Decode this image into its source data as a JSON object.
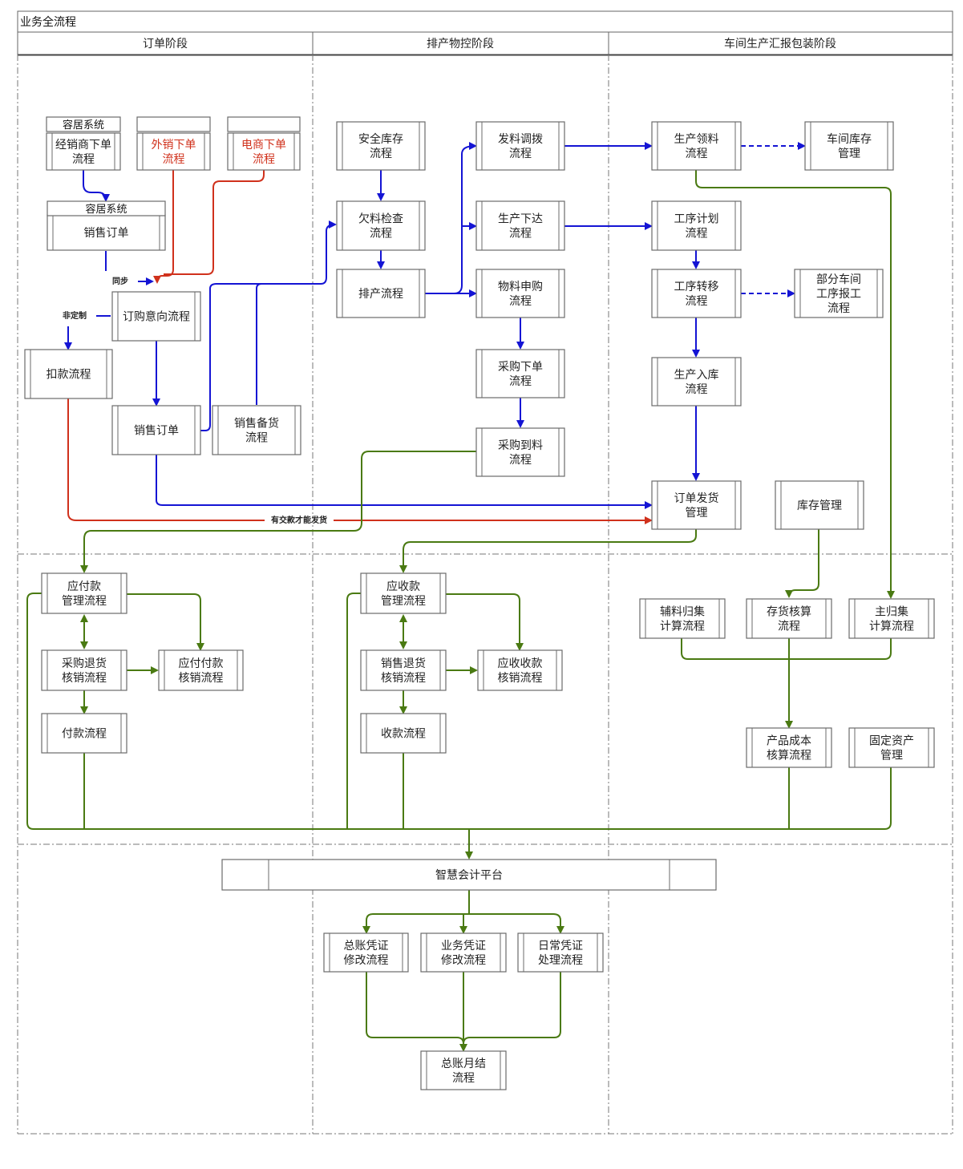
{
  "title": "业务全流程",
  "lanes": [
    "订单阶段",
    "排产物控阶段",
    "车间生产汇报包装阶段"
  ],
  "system_tags": {
    "rongju": "容居系统"
  },
  "nodes": {
    "dealer_order": [
      "经销商下单",
      "流程"
    ],
    "export_order": [
      "外销下单",
      "流程"
    ],
    "ecom_order": [
      "电商下单",
      "流程"
    ],
    "sales_order_sys": [
      "销售订单"
    ],
    "order_intent": [
      "订购意向流程"
    ],
    "deduct": [
      "扣款流程"
    ],
    "sales_order": [
      "销售订单"
    ],
    "sales_stock": [
      "销售备货",
      "流程"
    ],
    "safety_stock": [
      "安全库存",
      "流程"
    ],
    "shortage_check": [
      "欠料检查",
      "流程"
    ],
    "scheduling": [
      "排产流程"
    ],
    "material_transfer": [
      "发料调拨",
      "流程"
    ],
    "production_release": [
      "生产下达",
      "流程"
    ],
    "material_request": [
      "物料申购",
      "流程"
    ],
    "purchase_order": [
      "采购下单",
      "流程"
    ],
    "purchase_arrival": [
      "采购到料",
      "流程"
    ],
    "production_pick": [
      "生产领料",
      "流程"
    ],
    "workshop_stock": [
      "车间库存",
      "管理"
    ],
    "process_plan": [
      "工序计划",
      "流程"
    ],
    "process_transfer": [
      "工序转移",
      "流程"
    ],
    "partial_report": [
      "部分车间",
      "工序报工",
      "流程"
    ],
    "production_inbound": [
      "生产入库",
      "流程"
    ],
    "order_delivery": [
      "订单发货",
      "管理"
    ],
    "inventory_mgmt": [
      "库存管理"
    ],
    "ap_mgmt": [
      "应付款",
      "管理流程"
    ],
    "purchase_return": [
      "采购退货",
      "核销流程"
    ],
    "ap_writeoff": [
      "应付付款",
      "核销流程"
    ],
    "payment": [
      "付款流程"
    ],
    "ar_mgmt": [
      "应收款",
      "管理流程"
    ],
    "sales_return": [
      "销售退货",
      "核销流程"
    ],
    "ar_writeoff": [
      "应收收款",
      "核销流程"
    ],
    "collection": [
      "收款流程"
    ],
    "aux_cost": [
      "辅料归集",
      "计算流程"
    ],
    "inventory_cost": [
      "存货核算",
      "流程"
    ],
    "main_cost": [
      "主归集",
      "计算流程"
    ],
    "product_cost": [
      "产品成本",
      "核算流程"
    ],
    "fixed_assets": [
      "固定资产",
      "管理"
    ],
    "smart_accounting": [
      "智慧会计平台"
    ],
    "gl_voucher_edit": [
      "总账凭证",
      "修改流程"
    ],
    "biz_voucher_edit": [
      "业务凭证",
      "修改流程"
    ],
    "daily_voucher": [
      "日常凭证",
      "处理流程"
    ],
    "gl_month_close": [
      "总账月结",
      "流程"
    ]
  },
  "edge_labels": {
    "sync": "同步",
    "non_custom": "非定制",
    "pay_before_ship": "有交款才能发货"
  },
  "colors": {
    "blue": "#1414d4",
    "red": "#d0311c",
    "green": "#4a7a12",
    "box_stroke": "#707070",
    "lane_border": "#666666"
  }
}
